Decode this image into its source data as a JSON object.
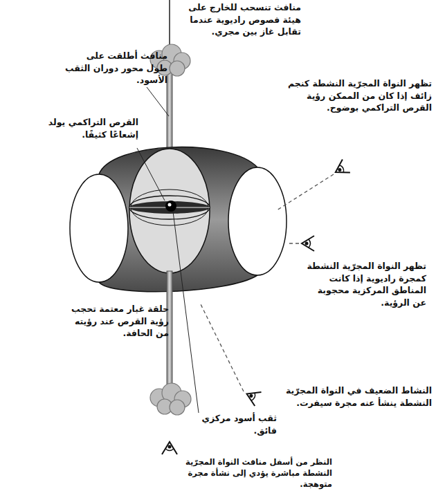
{
  "diagram": {
    "labels": [
      "منافث تنسحب للخارج على هيئة فصوص راديوية عندما تقابل غاز بين مجري.",
      "منافث أطلقت على طول محور دوران الثقب الأسود.",
      "تظهر النواة المجرّية النشطة كنجم زائف إذا كان من الممكن رؤية القرص التراكمي بوضوح.",
      "القرص التراكمي يولد إشعاعًا كثيفًا.",
      "تظهر النواة المجرّية النشطة كمجرة راديوية إذا كانت المناطق المركزية محجوبة عن الرؤية.",
      "حلقة غبار معتمة تحجب رؤية القرص عند رؤيته من الحافة.",
      "ثقب أسود مركزي فائق.",
      "النشاط الضعيف في النواة المجرّية النشطة ينشأ عنه مجرة سيفرت.",
      "النظر من أسفل منافث النواة المجرّية النشطة مباشرة يؤدي إلى نشأة مجرة متوهجة."
    ]
  }
}
